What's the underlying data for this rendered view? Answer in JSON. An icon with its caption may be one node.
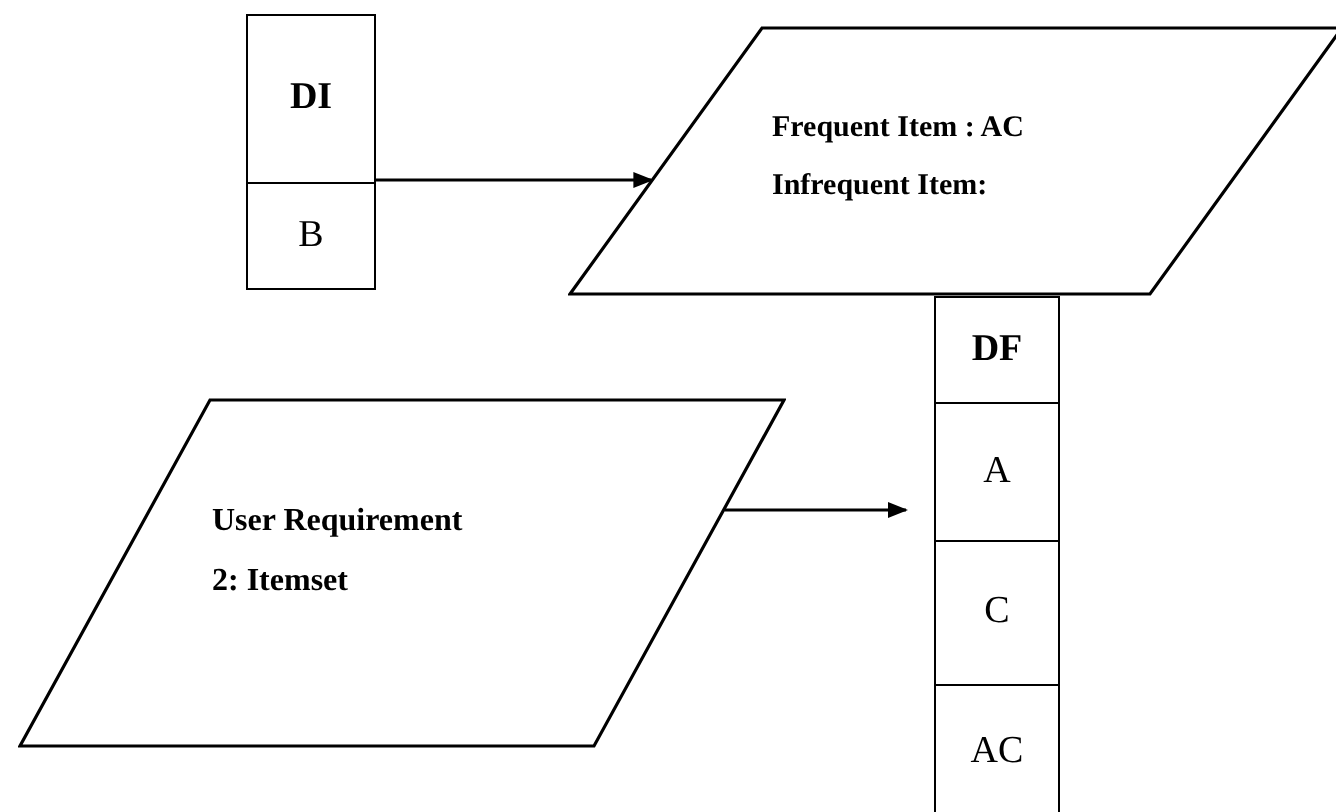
{
  "diagram": {
    "nodes": [
      {
        "text": [
          "DI",
          "B"
        ]
      },
      {
        "text": [
          "Frequent Item : AC",
          "Infrequent Item:"
        ]
      },
      {
        "text": [
          "DF",
          "A",
          "C",
          "AC"
        ]
      },
      {
        "text": [
          "User Requirement",
          "2: Itemset"
        ]
      }
    ],
    "edges": [
      {
        "from": 0,
        "to": 1,
        "arrow": "to"
      },
      {
        "from": 3,
        "to": 2,
        "arrow": "to"
      }
    ]
  }
}
